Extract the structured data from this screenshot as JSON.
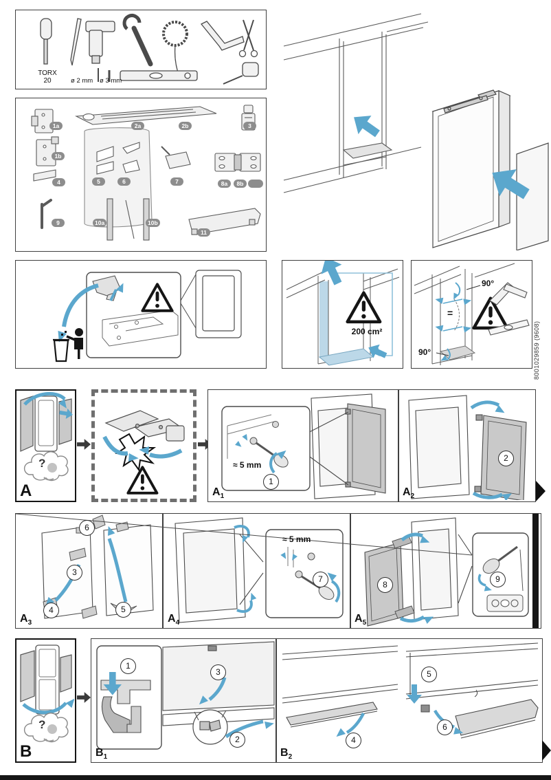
{
  "colors": {
    "accent_blue": "#5ba7cd",
    "badge_gray": "#8d8d8d",
    "line_dark": "#3f3f3f"
  },
  "side_code": "8001029859 (9608)",
  "tools": {
    "torx": "TORX",
    "torx_size": "20",
    "bit_2mm": "ø 2 mm",
    "bit_3mm": "ø 3 mm"
  },
  "parts": {
    "p1a": "1a",
    "p1b": "1b",
    "p2a": "2a",
    "p2b": "2b",
    "p3": "3",
    "p4": "4",
    "p5": "5",
    "p6": "6",
    "p7": "7",
    "p8a": "8a",
    "p8b": "8b",
    "p8c": "",
    "p9": "9",
    "p10a": "10a",
    "p10b": "10b",
    "p11": "11"
  },
  "ventilation": {
    "area": "200 cm²"
  },
  "alignment": {
    "angle_top": "90°",
    "angle_bottom": "90°",
    "equals": "="
  },
  "a": {
    "label": "A",
    "question": "?",
    "a1": {
      "label": "A",
      "sub": "1",
      "measure": "≈ 5 mm",
      "s1": "1"
    },
    "a2": {
      "label": "A",
      "sub": "2",
      "s2": "2"
    },
    "a3": {
      "label": "A",
      "sub": "3",
      "s3": "3",
      "s4": "4",
      "s5": "5",
      "s6": "6"
    },
    "a4": {
      "label": "A",
      "sub": "4",
      "measure": "≈ 5 mm",
      "s7": "7"
    },
    "a5": {
      "label": "A",
      "sub": "5",
      "s8": "8",
      "s9": "9"
    }
  },
  "b": {
    "label": "B",
    "question": "?",
    "b1": {
      "label": "B",
      "sub": "1",
      "s1": "1",
      "s2": "2",
      "s3": "3"
    },
    "b2": {
      "label": "B",
      "sub": "2",
      "s4": "4",
      "s5": "5",
      "s6": "6"
    }
  }
}
